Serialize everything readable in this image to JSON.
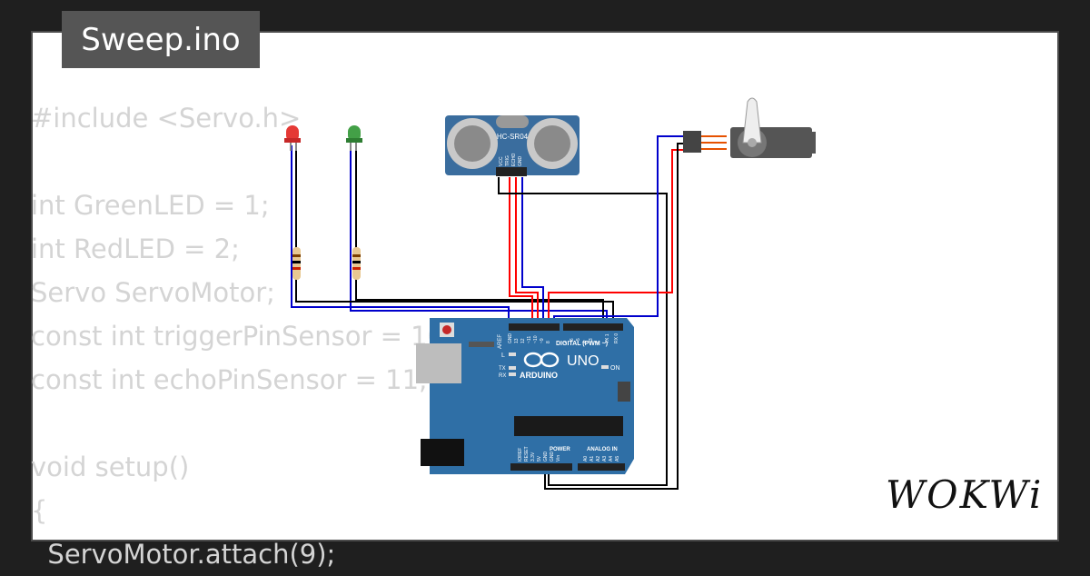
{
  "project": {
    "title": "Sweep.ino"
  },
  "code_lines": [
    "#include <Servo.h>",
    "",
    "int GreenLED = 1;",
    "int RedLED = 2;",
    "Servo ServoMotor;",
    "const int triggerPinSensor = 10;",
    "const int echoPinSensor = 11;",
    "",
    "void setup()",
    "{",
    "  ServoMotor.attach(9);"
  ],
  "sensor": {
    "label": "HC-SR04",
    "pins": [
      "VCC",
      "TRIG",
      "ECHO",
      "GND"
    ]
  },
  "board": {
    "brand": "ARDUINO",
    "model": "UNO",
    "digital_label": "DIGITAL (PWM ~)",
    "power_label": "POWER",
    "analog_label": "ANALOG IN",
    "on_label": "ON",
    "l_label": "L",
    "tx_label": "TX",
    "rx_label": "RX",
    "aref_label": "AREF",
    "digital_pins": [
      "GND",
      "13",
      "12",
      "~11",
      "~10",
      "~9",
      "8",
      "7",
      "~6",
      "~5",
      "4",
      "~3",
      "2",
      "TX 1",
      "RX 0"
    ],
    "power_pins": [
      "IOREF",
      "RESET",
      "3.3V",
      "5V",
      "GND",
      "GND",
      "Vin"
    ],
    "analog_pins": [
      "A0",
      "A1",
      "A2",
      "A3",
      "A4",
      "A5"
    ]
  },
  "logo": {
    "text": "WOKWi"
  },
  "colors": {
    "board_blue": "#2f6fa6",
    "wire_red": "#ff0000",
    "wire_blue": "#0000cc",
    "wire_black": "#000000",
    "led_red": "#e53935",
    "led_green": "#43a047"
  }
}
